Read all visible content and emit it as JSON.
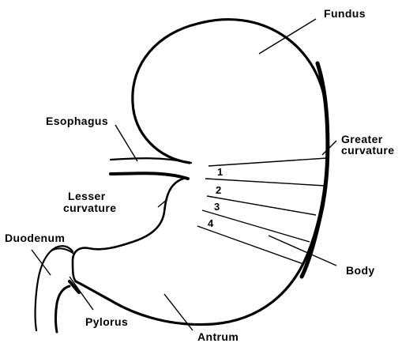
{
  "labels": {
    "fundus": "Fundus",
    "esophagus": "Esophagus",
    "greater_curvature_line1": "Greater",
    "greater_curvature_line2": "curvature",
    "lesser_curvature_line1": "Lesser",
    "lesser_curvature_line2": "curvature",
    "duodenum": "Duodenum",
    "body": "Body",
    "pylorus": "Pylorus",
    "antrum": "Antrum"
  },
  "zone_numbers": [
    "1",
    "2",
    "3",
    "4"
  ],
  "colors": {
    "ink": "#000000",
    "background": "#ffffff"
  }
}
